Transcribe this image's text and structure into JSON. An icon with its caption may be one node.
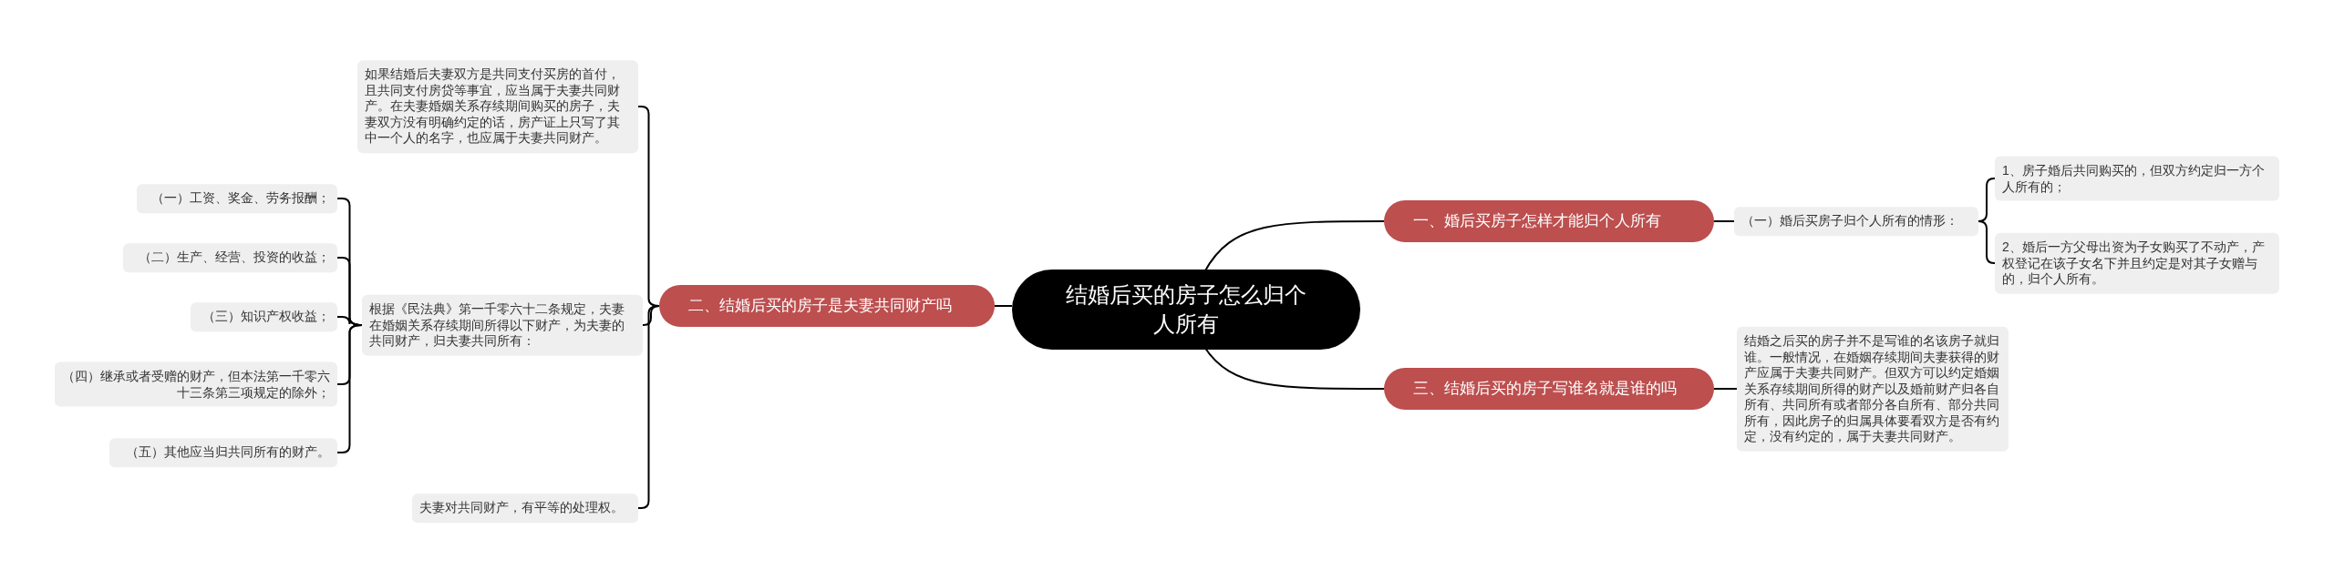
{
  "diagram": {
    "nodes": [
      {
        "text": [
          "结婚后买的房子怎么归个人所有"
        ]
      },
      {
        "text": [
          "一、婚后买房子怎样才能归个人所有"
        ]
      },
      {
        "text": [
          "（一）婚后买房子归个人所有的情形："
        ]
      },
      {
        "text": [
          "1、房子婚后共同购买的，但双方约定归一方个人所有的；"
        ]
      },
      {
        "text": [
          "2、婚后一方父母出资为子女购买了不动产，产权登记在该子女名下并且约定是对其子女赠与的，归个人所有。"
        ]
      },
      {
        "text": [
          "二、结婚后买的房子是夫妻共同财产吗"
        ]
      },
      {
        "text": [
          "如果结婚后夫妻双方是共同支付买房的首付，且共同支付房贷等事宜，应当属于夫妻共同财产。在夫妻婚姻关系存续期间购买的房子，夫妻双方没有明确约定的话，房产证上只写了其中一个人的名字，也应属于夫妻共同财产。"
        ]
      },
      {
        "text": [
          "根据《民法典》第一千零六十二条规定，夫妻在婚姻关系存续期间所得以下财产，为夫妻的共同财产，归夫妻共同所有："
        ]
      },
      {
        "text": [
          "（一）工资、奖金、劳务报酬；"
        ]
      },
      {
        "text": [
          "（二）生产、经营、投资的收益；"
        ]
      },
      {
        "text": [
          "（三）知识产权收益；"
        ]
      },
      {
        "text": [
          "（四）继承或者受赠的财产，但本法第一千零六十三条第三项规定的除外；"
        ]
      },
      {
        "text": [
          "（五）其他应当归共同所有的财产。"
        ]
      },
      {
        "text": [
          "夫妻对共同财产，有平等的处理权。"
        ]
      },
      {
        "text": [
          "三、结婚后买的房子写谁名就是谁的吗"
        ]
      },
      {
        "text": [
          "结婚之后买的房子并不是写谁的名该房子就归谁。一般情况，在婚姻存续期间夫妻获得的财产应属于夫妻共同财产。但双方可以约定婚姻关系存续期间所得的财产以及婚前财产归各自所有、共同所有或者部分各自所有、部分共同所有，因此房子的归属具体要看双方是否有约定，没有约定的，属于夫妻共同财产。"
        ]
      }
    ],
    "edges": [
      {
        "from": 0,
        "to": 1,
        "arrow": "none"
      },
      {
        "from": 1,
        "to": 2,
        "arrow": "none"
      },
      {
        "from": 2,
        "to": 3,
        "arrow": "none"
      },
      {
        "from": 2,
        "to": 4,
        "arrow": "none"
      },
      {
        "from": 0,
        "to": 5,
        "arrow": "none"
      },
      {
        "from": 5,
        "to": 6,
        "arrow": "none"
      },
      {
        "from": 5,
        "to": 7,
        "arrow": "none"
      },
      {
        "from": 7,
        "to": 8,
        "arrow": "none"
      },
      {
        "from": 7,
        "to": 9,
        "arrow": "none"
      },
      {
        "from": 7,
        "to": 10,
        "arrow": "none"
      },
      {
        "from": 7,
        "to": 11,
        "arrow": "none"
      },
      {
        "from": 7,
        "to": 12,
        "arrow": "none"
      },
      {
        "from": 5,
        "to": 13,
        "arrow": "none"
      },
      {
        "from": 0,
        "to": 14,
        "arrow": "none"
      },
      {
        "from": 14,
        "to": 15,
        "arrow": "none"
      }
    ]
  }
}
